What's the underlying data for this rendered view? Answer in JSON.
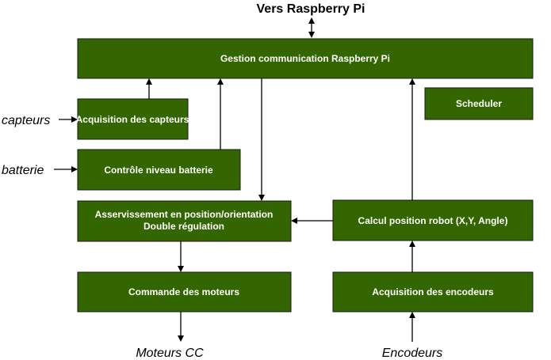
{
  "external": {
    "raspberry": "Vers Raspberry Pi",
    "capteurs": "capteurs",
    "batterie": "batterie",
    "moteurs": "Moteurs CC",
    "encodeurs": "Encodeurs"
  },
  "blocks": {
    "gestion": "Gestion communication Raspberry Pi",
    "acquisition_capteurs": "Acquisition des capteurs",
    "controle_batterie": "Contrôle niveau batterie",
    "scheduler": "Scheduler",
    "asservissement_line1": "Asservissement en position/orientation",
    "asservissement_line2": "Double régulation",
    "calcul_position": "Calcul position robot (X,Y, Angle)",
    "commande_moteurs": "Commande des moteurs",
    "acquisition_encodeurs": "Acquisition des encodeurs"
  },
  "colors": {
    "block_fill": "#336600",
    "block_text": "#ffffff",
    "arrow": "#000000"
  }
}
